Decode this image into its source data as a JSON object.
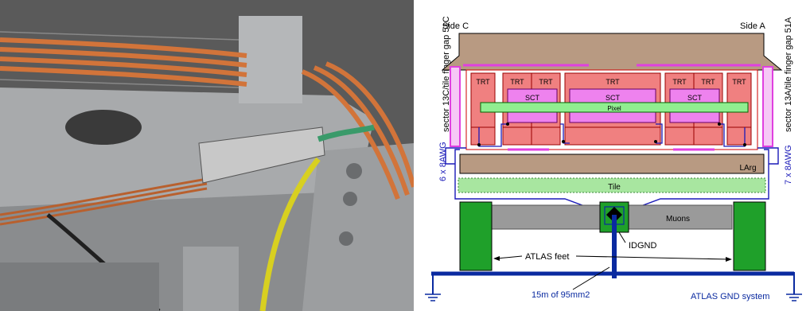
{
  "side_labels": {
    "side_c": "Side C",
    "side_a": "Side A"
  },
  "vertical_labels": {
    "left_sector": "sector 13C/tile finger gap 51C",
    "right_sector": "sector 13A/tile finger gap 51A",
    "left_awg": "6 x 8AWG",
    "right_awg": "7 x 8AWG"
  },
  "detector": {
    "trt": "TRT",
    "sct": "SCT",
    "pixel": "Pixel",
    "larg": "LArg",
    "tile": "Tile",
    "muons": "Muons"
  },
  "grounding": {
    "idgnd": "IDGND",
    "atlas_feet": "ATLAS feet",
    "cable": "15m of 95mm2",
    "gnd_system": "ATLAS GND system"
  },
  "colors": {
    "trt_fill": "#f08080",
    "sct_fill": "#ee82ee",
    "pixel_fill": "#90ee90",
    "larg_fill": "#b89a82",
    "tile_fill": "#a8e6a0",
    "muon_fill": "#9a9a9a",
    "feet_fill": "#1fa02a",
    "wire_blue": "#1a1ab8",
    "gnd_blue": "#0a2aa0",
    "magenta": "#e040e0"
  }
}
